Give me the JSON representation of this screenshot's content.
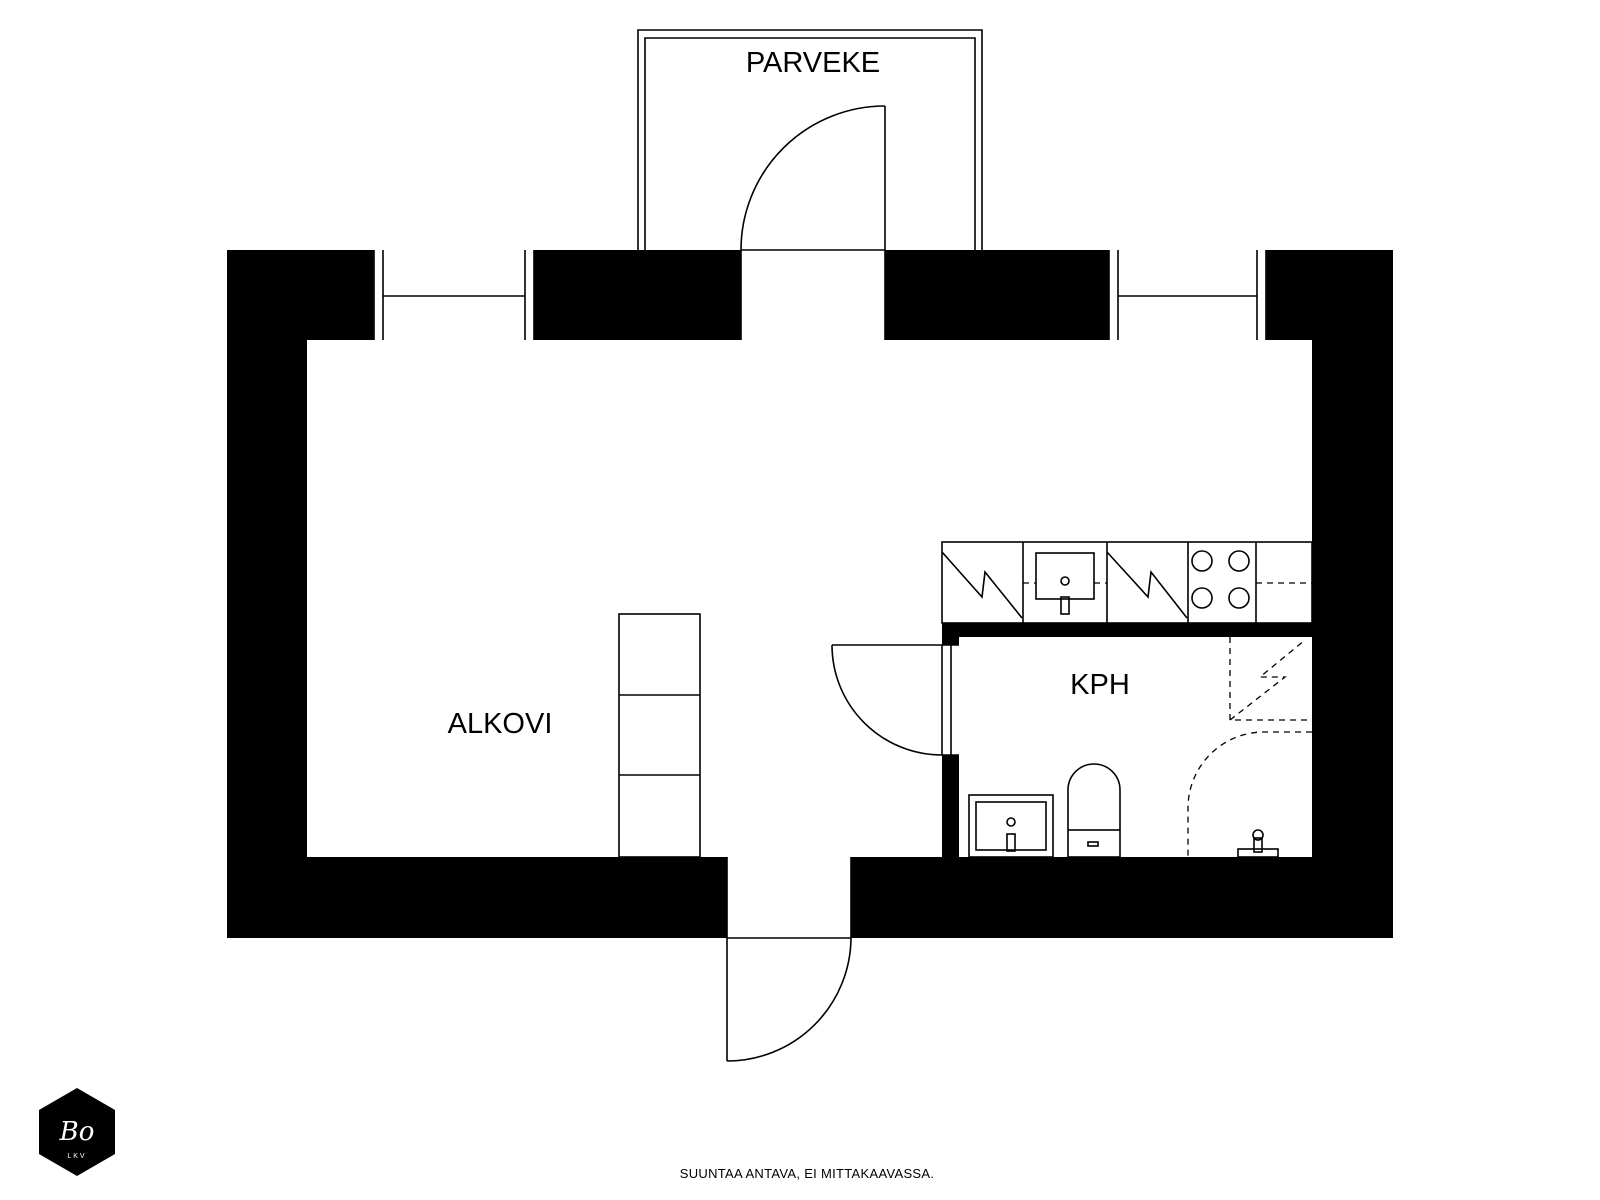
{
  "floorplan": {
    "rooms": {
      "balcony": "PARVEKE",
      "alcove": "ALKOVI",
      "bathroom": "KPH"
    },
    "footer_note": "SUUNTAA ANTAVA, EI MITTAKAAVASSA.",
    "logo": {
      "monogram": "Bo",
      "sub": "LKV"
    },
    "colors": {
      "wall": "#000000",
      "background": "#ffffff"
    }
  }
}
